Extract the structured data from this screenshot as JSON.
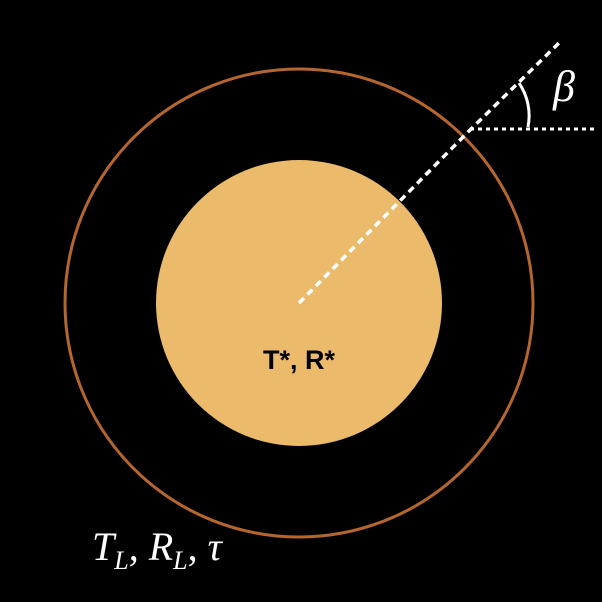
{
  "diagram": {
    "star_label": "T*, R*",
    "layer_label": {
      "t": "T",
      "t_sub": "L",
      "sep1": ", ",
      "r": "R",
      "r_sub": "L",
      "sep2": ", ",
      "tau": "τ"
    },
    "angle_label": "β",
    "colors": {
      "background": "#000000",
      "star_fill": "#EBBB6B",
      "layer_ring": "#B5662E",
      "rays": "#FFFFFF"
    }
  }
}
